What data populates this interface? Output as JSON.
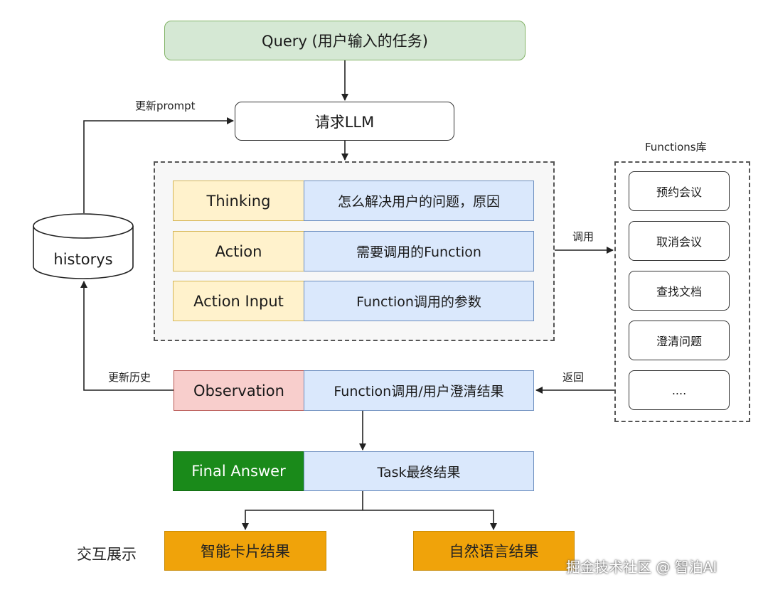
{
  "query": {
    "text": "Query (用户输入的任务)"
  },
  "llm": {
    "text": "请求LLM"
  },
  "history_db": {
    "text": "historys"
  },
  "edge_labels": {
    "update_prompt": "更新prompt",
    "call": "调用",
    "return": "返回",
    "update_history": "更新历史",
    "interactive": "交互展示"
  },
  "react_rows": [
    {
      "label": "Thinking",
      "value": "怎么解决用户的问题，原因"
    },
    {
      "label": "Action",
      "value": "需要调用的Function"
    },
    {
      "label": "Action Input",
      "value": "Function调用的参数"
    }
  ],
  "observation": {
    "label": "Observation",
    "value": "Function调用/用户澄清结果"
  },
  "final_answer": {
    "label": "Final Answer",
    "value": "Task最终结果"
  },
  "functions_lib": {
    "title": "Functions库",
    "items": [
      "预约会议",
      "取消会议",
      "查找文档",
      "澄清问题",
      "...."
    ]
  },
  "outputs": [
    "智能卡片结果",
    "自然语言结果"
  ],
  "watermark": "掘金技术社区 @ 智泊AI",
  "colors": {
    "query_fill": "#d5e8d4",
    "label_fill": "#fff2cc",
    "value_fill": "#dae8fc",
    "observation_fill": "#f8cecc",
    "final_fill": "#1a8a1a",
    "output_fill": "#f0a30a"
  }
}
